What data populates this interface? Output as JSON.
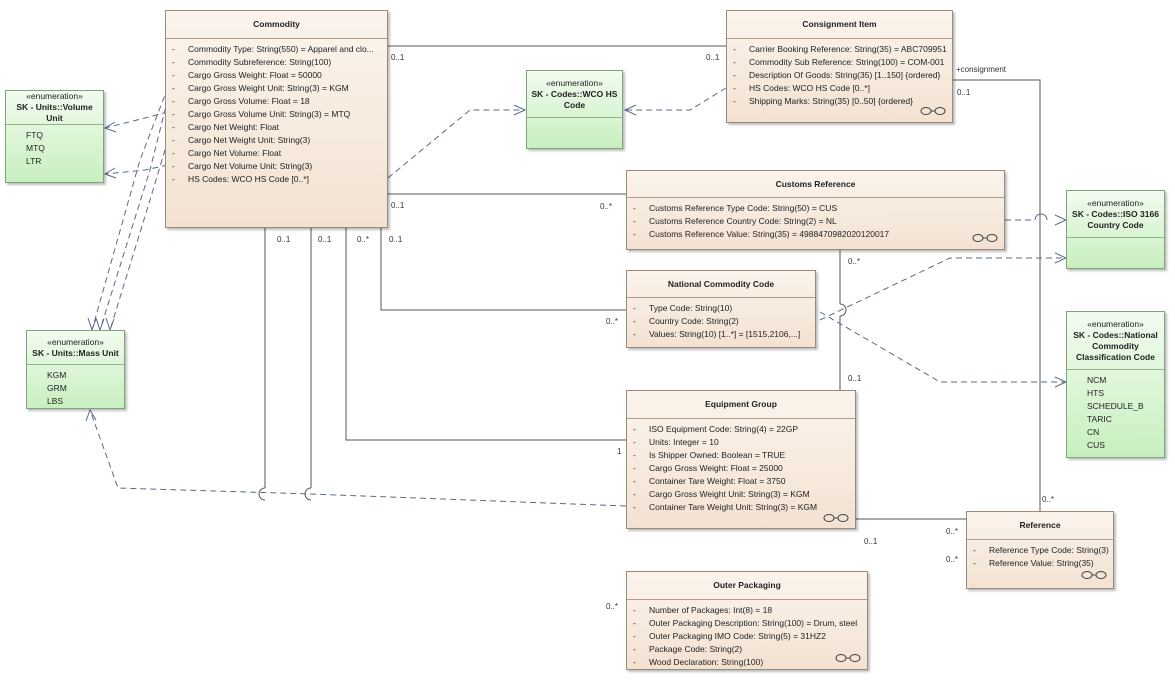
{
  "classes": {
    "commodity": {
      "name": "Commodity",
      "attributes": [
        "Commodity Type: String(550) = Apparel and clo...",
        "Commodity Subreference: String(100)",
        "Cargo Gross Weight: Float = 50000",
        "Cargo Gross Weight Unit: String(3) = KGM",
        "Cargo Gross Volume: Float = 18",
        "Cargo Gross Volume Unit: String(3) = MTQ",
        "Cargo Net Weight: Float",
        "Cargo Net Weight Unit: String(3)",
        "Cargo Net Volume: Float",
        "Cargo Net Volume Unit: String(3)",
        "HS Codes: WCO HS Code [0..*]"
      ]
    },
    "consignment_item": {
      "name": "Consignment Item",
      "attributes": [
        "Carrier Booking Reference: String(35) = ABC709951",
        "Commodity Sub Reference: String(100) = COM-001",
        "Description Of Goods: String(35) [1..150] {ordered}",
        "HS Codes: WCO HS Code [0..*]",
        "Shipping Marks: String(35) [0..50] {ordered}"
      ]
    },
    "customs_reference": {
      "name": "Customs Reference",
      "attributes": [
        "Customs Reference Type Code: String(50) = CUS",
        "Customs Reference Country Code: String(2) = NL",
        "Customs Reference Value: String(35) = 4988470982020120017"
      ]
    },
    "national_commodity_code": {
      "name": "National Commodity Code",
      "attributes": [
        "Type Code: String(10)",
        "Country Code: String(2)",
        "Values: String(10) [1..*] = [1515,2106,...]"
      ]
    },
    "equipment_group": {
      "name": "Equipment Group",
      "attributes": [
        "ISO Equipment Code: String(4) = 22GP",
        "Units: Integer = 10",
        "Is Shipper Owned: Boolean = TRUE",
        "Cargo Gross Weight: Float = 25000",
        "Container Tare Weight: Float = 3750",
        "Cargo Gross Weight Unit: String(3) = KGM",
        "Container Tare Weight Unit: String(3) = KGM"
      ]
    },
    "outer_packaging": {
      "name": "Outer Packaging",
      "attributes": [
        "Number of Packages: Int(8) = 18",
        "Outer Packaging Description: String(100) = Drum, steel",
        "Outer Packaging IMO Code: String(5) = 31HZ2",
        "Package Code: String(2)",
        "Wood Declaration: String(100)"
      ]
    },
    "reference": {
      "name": "Reference",
      "attributes": [
        "Reference Type Code: String(3)",
        "Reference Value: String(35)"
      ]
    }
  },
  "enumerations": {
    "volume_unit": {
      "stereotype": "«enumeration»",
      "name": "SK - Units::Volume Unit",
      "literals": [
        "FTQ",
        "MTQ",
        "LTR"
      ]
    },
    "mass_unit": {
      "stereotype": "«enumeration»",
      "name": "SK - Units::Mass Unit",
      "literals": [
        "KGM",
        "GRM",
        "LBS"
      ]
    },
    "wco_hs_code": {
      "stereotype": "«enumeration»",
      "name": "SK - Codes::WCO HS Code",
      "literals": []
    },
    "iso_3166": {
      "stereotype": "«enumeration»",
      "name": "SK - Codes::ISO 3166 Country Code",
      "literals": []
    },
    "national_classification": {
      "stereotype": "«enumeration»",
      "name": "SK - Codes::National Commodity Classification Code",
      "literals": [
        "NCM",
        "HTS",
        "SCHEDULE_B",
        "TARIC",
        "CN",
        "CUS"
      ]
    }
  },
  "multiplicities": {
    "commodity_ci_left": "0..1",
    "commodity_ci_right": "0..1",
    "commodity_customs_left": "0..1",
    "commodity_customs_right": "0..*",
    "commodity_bottom_1": "0..1",
    "commodity_bottom_2": "0..1",
    "commodity_bottom_3": "0..*",
    "commodity_bottom_4": "0..1",
    "ncc_left": "0..*",
    "customs_below": "0..*",
    "ncc_below": "0..1",
    "equipment_left": "1",
    "reference_left_top": "0..*",
    "reference_left_bottom": "0..*",
    "reference_line_mid": "0..1",
    "reference_top": "0..*",
    "ci_right": "0..1",
    "consignment_role": "+consignment",
    "outer_left": "0..*"
  }
}
